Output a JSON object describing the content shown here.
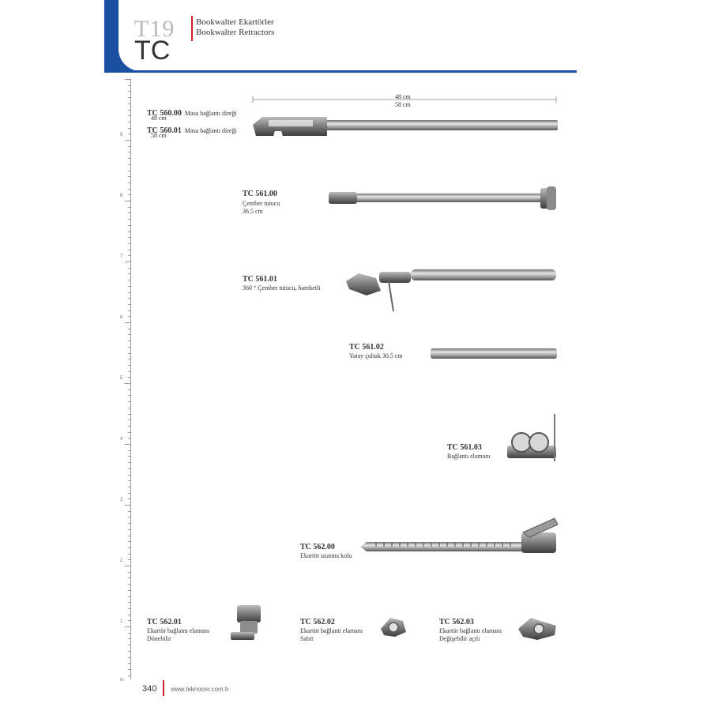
{
  "header": {
    "section_code": "T19",
    "brand_code": "TC",
    "title_tr": "Bookwalter Ekartörler",
    "title_en": "Bookwalter Retractors"
  },
  "ruler": {
    "numbers": [
      "9",
      "8",
      "7",
      "6",
      "5",
      "4",
      "3",
      "2",
      "1"
    ],
    "unit": "in"
  },
  "dimension": {
    "length_1": "48 cm",
    "length_2": "58 cm"
  },
  "products": {
    "tc56000": {
      "code": "TC 560.00",
      "desc": "Masa bağlantı direği",
      "size": "48 cm"
    },
    "tc56001": {
      "code": "TC 560.01",
      "desc": "Masa bağlantı direği",
      "size": "58 cm"
    },
    "tc56100": {
      "code": "TC 561.00",
      "desc": "Çember tutucu",
      "size": "36.5  cm"
    },
    "tc56101": {
      "code": "TC 561.01",
      "desc": "360 ° Çember tutucu, hareketli"
    },
    "tc56102": {
      "code": "TC 561.02",
      "desc": "Yatay çubuk  30.5 cm"
    },
    "tc56103": {
      "code": "TC 561.03",
      "desc": "Bağlantı elamanı"
    },
    "tc56200": {
      "code": "TC 562.00",
      "desc": "Ekartör uzatma kolu"
    },
    "tc56201": {
      "code": "TC 562.01",
      "desc": "Ekartör bağlantı elamanı",
      "desc2": "Dönebilir"
    },
    "tc56202": {
      "code": "TC 562.02",
      "desc": "Ekartör bağlantı elamanı",
      "desc2": "Sabit"
    },
    "tc56203": {
      "code": "TC 562.03",
      "desc": "Ekartör bağlantı elamanı",
      "desc2": "Değişebilir açılı"
    }
  },
  "footer": {
    "page_number": "340",
    "url": "www.teknocer.com.tr"
  }
}
